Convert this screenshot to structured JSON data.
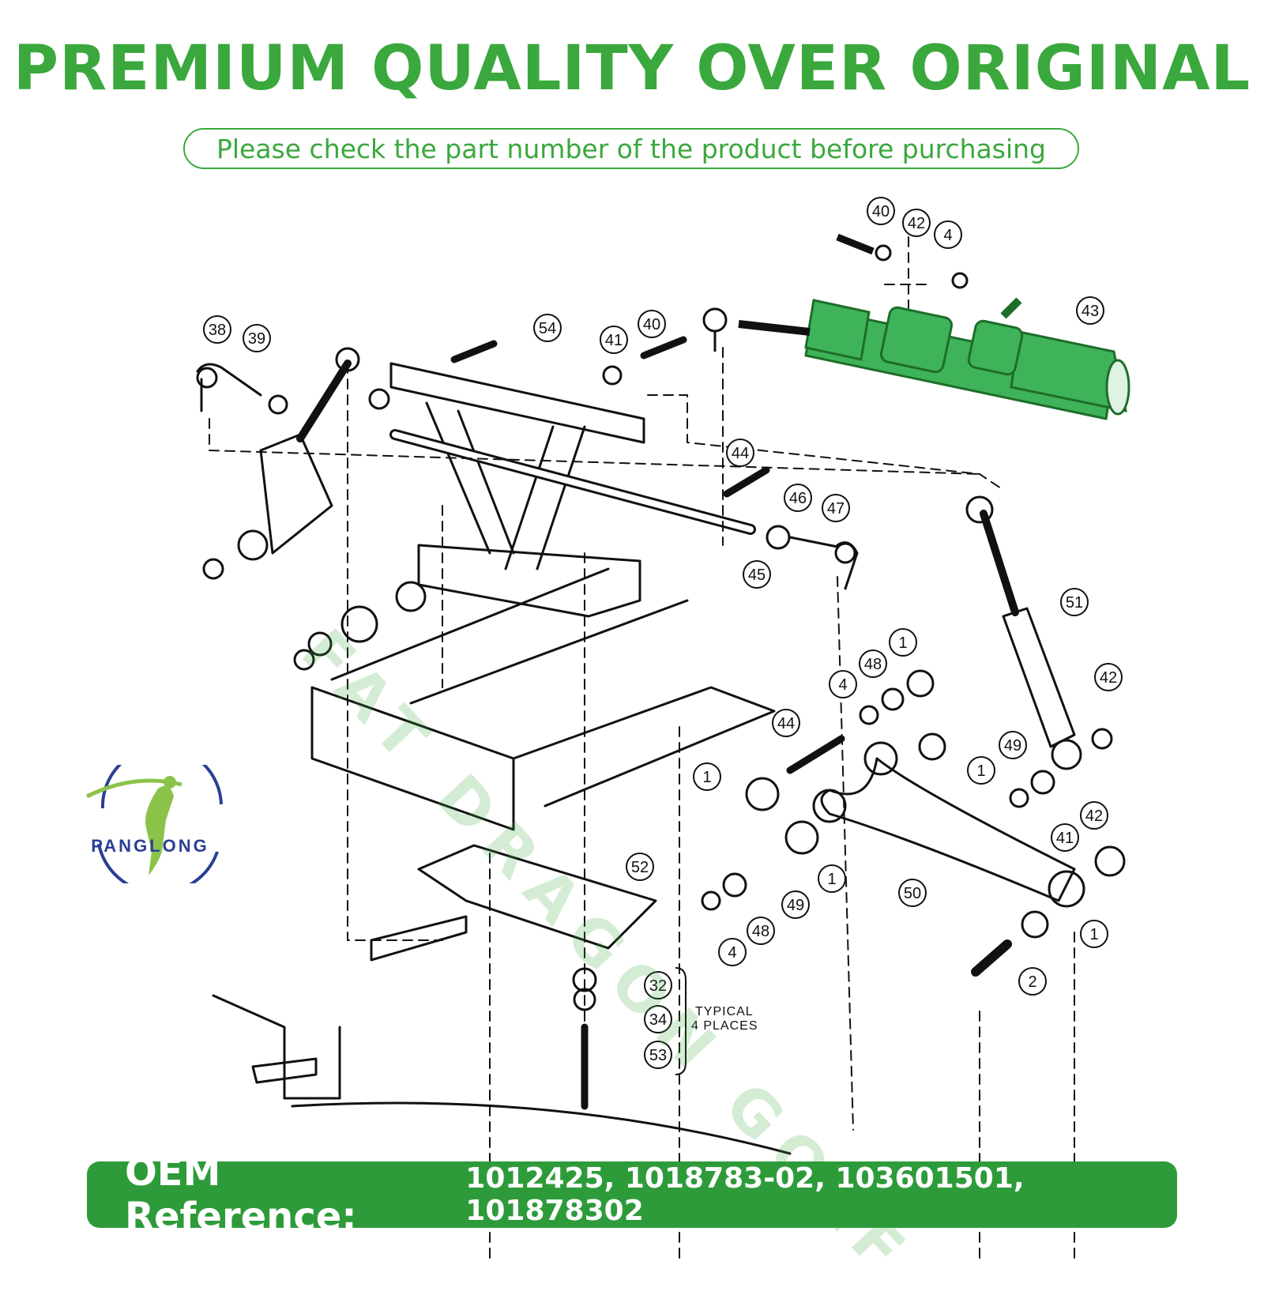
{
  "headline": "PREMIUM QUALITY OVER ORIGINAL",
  "subtitle": "Please check the part number of the product before purchasing",
  "oem": {
    "label": "OEM Reference:",
    "numbers": "1012425, 1018783-02, 103601501, 101878302"
  },
  "logo": {
    "text": "PANGLONG",
    "icon": "golfer-swing-icon"
  },
  "watermark": "FAT DRAGON GOLF",
  "typical_note": [
    "TYPICAL",
    "4 PLACES"
  ],
  "callouts": [
    "40",
    "42",
    "4",
    "43",
    "38",
    "39",
    "54",
    "41",
    "40",
    "44",
    "46",
    "47",
    "45",
    "51",
    "1",
    "48",
    "4",
    "42",
    "44",
    "49",
    "1",
    "1",
    "42",
    "41",
    "50",
    "49",
    "48",
    "4",
    "1",
    "1",
    "2",
    "52",
    "32",
    "34",
    "53"
  ],
  "colors": {
    "accent": "#3aa83d",
    "band": "#2e9b3a",
    "highlight": "#2ea24a",
    "logo_blue": "#2a3f94"
  }
}
